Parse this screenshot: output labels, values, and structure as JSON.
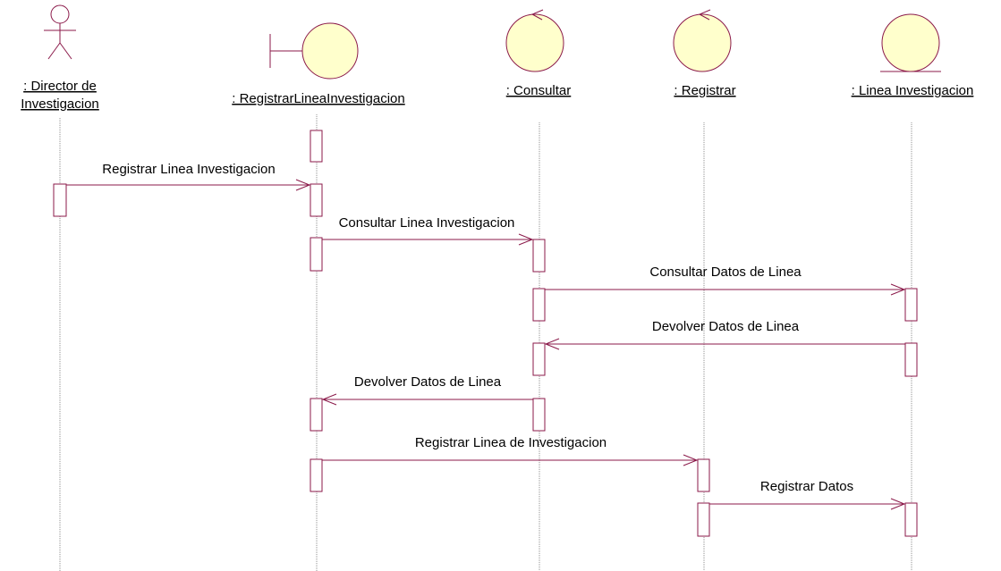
{
  "colors": {
    "stroke": "#8b1a4a",
    "fill": "#ffffcc",
    "lifeline": "#909090",
    "text": "#000000"
  },
  "lifelines": [
    {
      "id": "director",
      "kind": "actor",
      "icon": "actor-icon",
      "title_lines": [
        ": Director de",
        "Investigacion"
      ]
    },
    {
      "id": "registrar_ui",
      "kind": "boundary",
      "icon": "boundary-icon",
      "title_lines": [
        ": RegistrarLineaInvestigacion"
      ]
    },
    {
      "id": "consultar",
      "kind": "control",
      "icon": "control-icon",
      "title_lines": [
        ": Consultar"
      ]
    },
    {
      "id": "registrar",
      "kind": "control",
      "icon": "control-icon",
      "title_lines": [
        ": Registrar"
      ]
    },
    {
      "id": "linea",
      "kind": "entity",
      "icon": "entity-icon",
      "title_lines": [
        ": Linea Investigacion"
      ]
    }
  ],
  "messages": [
    {
      "from": "director",
      "to": "registrar_ui",
      "label": "Registrar Linea Investigacion"
    },
    {
      "from": "registrar_ui",
      "to": "consultar",
      "label": "Consultar Linea Investigacion"
    },
    {
      "from": "consultar",
      "to": "linea",
      "label": "Consultar Datos de Linea"
    },
    {
      "from": "linea",
      "to": "consultar",
      "label": "Devolver Datos de Linea"
    },
    {
      "from": "consultar",
      "to": "registrar_ui",
      "label": "Devolver Datos de Linea"
    },
    {
      "from": "registrar_ui",
      "to": "registrar",
      "label": "Registrar Linea de Investigacion"
    },
    {
      "from": "registrar",
      "to": "linea",
      "label": "Registrar Datos"
    }
  ]
}
